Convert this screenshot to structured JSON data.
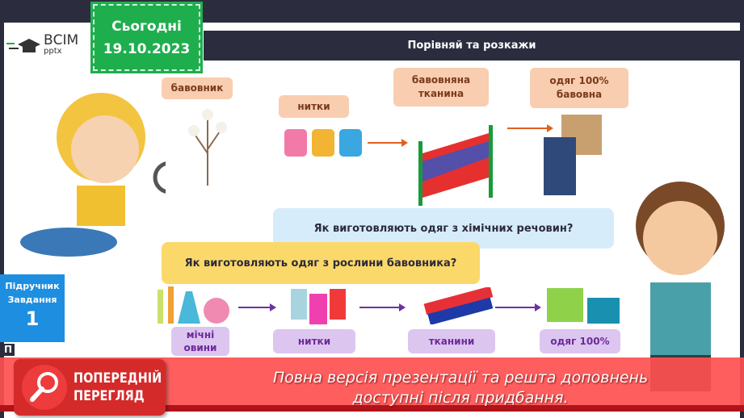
{
  "logo": {
    "word": "ВСІМ",
    "sub": "pptx"
  },
  "today": {
    "label": "Сьогодні",
    "date": "19.10.2023"
  },
  "header": {
    "title": "Порівняй та розкажи"
  },
  "top_row": [
    {
      "label": "бавовник"
    },
    {
      "label": "нитки"
    },
    {
      "label": "бавовняна тканина"
    },
    {
      "label": "одяг 100% бавовна"
    }
  ],
  "bubbles": {
    "chemical": "Як виготовляють одяг з хімічних речовин?",
    "cotton": "Як виготовляють одяг з рослини бавовника?"
  },
  "bottom_row": [
    {
      "label": "мічні\nовини"
    },
    {
      "label": "нитки"
    },
    {
      "label": "тканини"
    },
    {
      "label": "одяг 100%"
    }
  ],
  "task": {
    "line1": "Підручник",
    "line2": "Завдання",
    "number": "1",
    "partial": "П"
  },
  "preview_badge": {
    "line1": "ПОПЕРЕДНІЙ",
    "line2": "ПЕРЕГЛЯД"
  },
  "banner": {
    "line1": "Повна версія презентації та решта доповнень",
    "line2": "доступні після придбання."
  },
  "colors": {
    "dark": "#2b2d3e",
    "green": "#1fae4e",
    "peach": "#f9cdb0",
    "purple": "#dcc6ef",
    "banner": "#ff5050"
  }
}
